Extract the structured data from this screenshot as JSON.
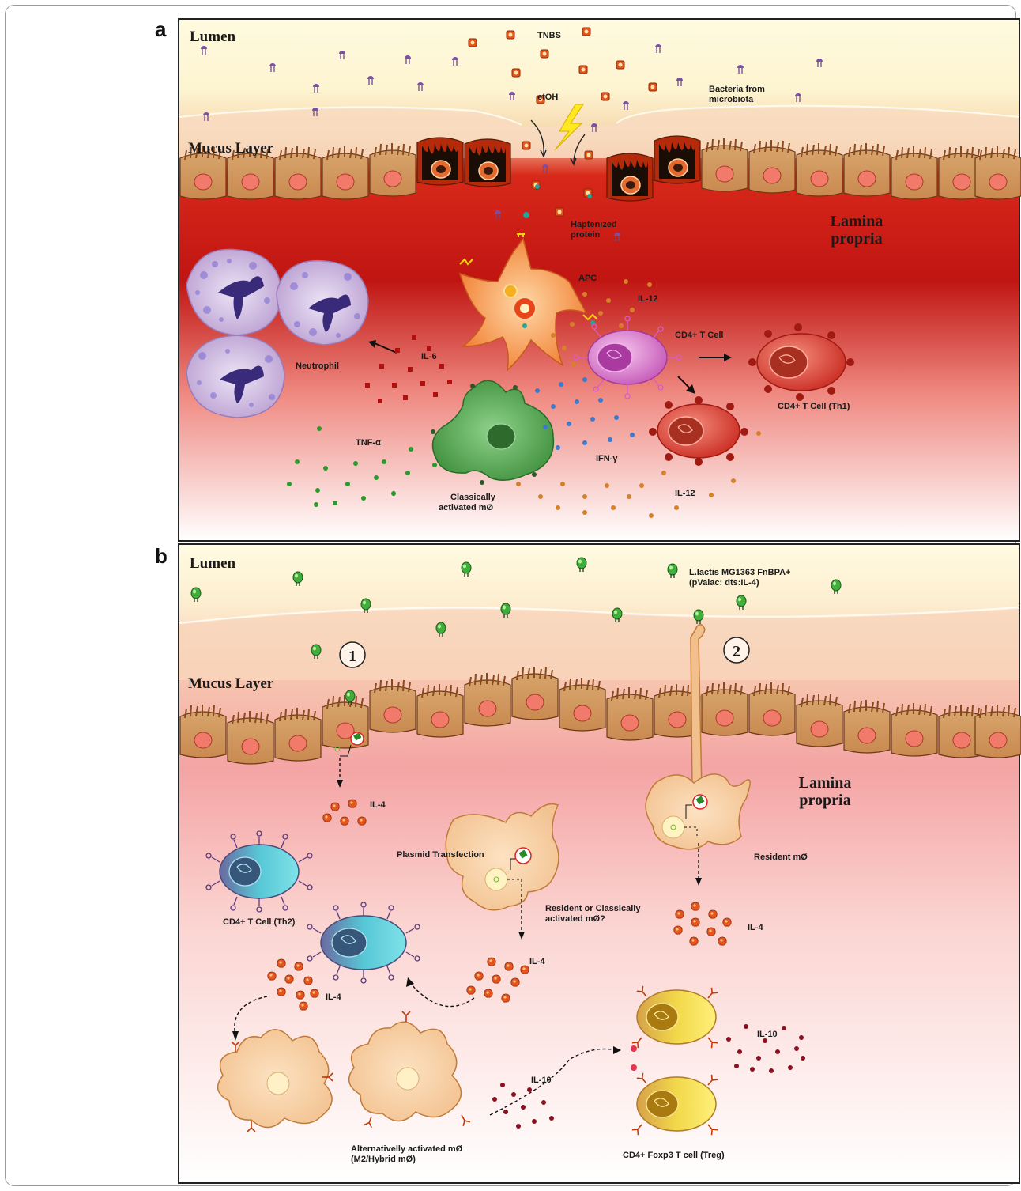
{
  "panel_a": {
    "letter": "a",
    "lumen": "Lumen",
    "mucus": "Mucus Layer",
    "lamina_line1": "Lamina",
    "lamina_line2": "propria",
    "tnbs": "TNBS",
    "etoh": "etOH",
    "bacteria_line1": "Bacteria from",
    "bacteria_line2": "microbiota",
    "haptenized_line1": "Haptenized",
    "haptenized_line2": "protein",
    "apc": "APC",
    "il12_top": "IL-12",
    "cd4": "CD4+ T Cell",
    "cd4_th1": "CD4+ T Cell (Th1)",
    "il6": "IL-6",
    "neutrophil": "Neutrophil",
    "tnfa": "TNF-α",
    "ifny": "IFN-γ",
    "il12_bottom": "IL-12",
    "macro_line1": "Classically",
    "macro_line2": "activated mØ"
  },
  "panel_b": {
    "letter": "b",
    "lumen": "Lumen",
    "mucus": "Mucus Layer",
    "lamina_line1": "Lamina",
    "lamina_line2": "propria",
    "lactis_line1": "L.lactis MG1363 FnBPA+",
    "lactis_line2": "(pValac: dts:IL-4)",
    "step1": "1",
    "step2": "2",
    "il4_a": "IL-4",
    "plasmid": "Plasmid Transfection",
    "resident_q_line1": "Resident or Classically",
    "resident_q_line2": "activated mØ?",
    "resident": "Resident mØ",
    "il4_b": "IL-4",
    "cd4_th2": "CD4+ T Cell (Th2)",
    "il4_c": "IL-4",
    "il4_d": "IL-4",
    "il10_a": "IL-10",
    "il10_b": "IL-10",
    "m2_line1": "Alternativelly activated mØ",
    "m2_line2": "(M2/Hybrid mØ)",
    "treg": "CD4+ Foxp3 T cell (Treg)"
  }
}
